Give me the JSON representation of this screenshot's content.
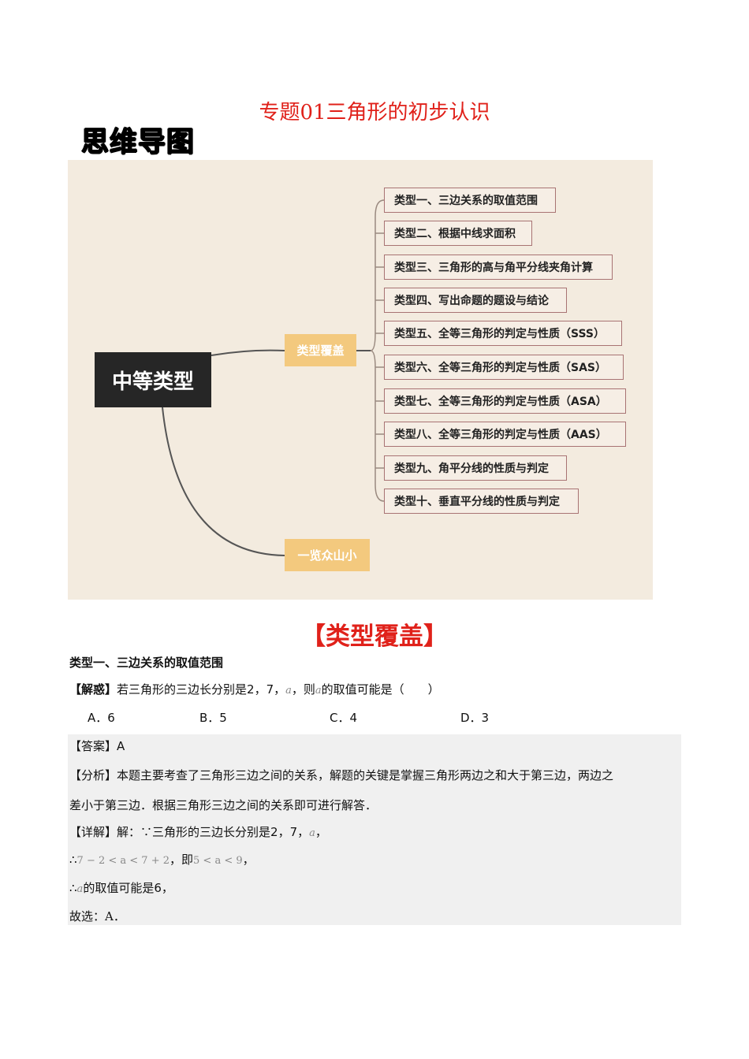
{
  "doc_title": "专题01三角形的初步认识",
  "mindmap_heading": "思维导图",
  "mindmap": {
    "root": "中等类型",
    "branch_types": "类型覆盖",
    "branch_overview": "一览众山小",
    "types": [
      "类型一、三边关系的取值范围",
      "类型二、根据中线求面积",
      "类型三、三角形的高与角平分线夹角计算",
      "类型四、写出命题的题设与结论",
      "类型五、全等三角形的判定与性质（SSS）",
      "类型六、全等三角形的判定与性质（SAS）",
      "类型七、全等三角形的判定与性质（ASA）",
      "类型八、全等三角形的判定与性质（AAS）",
      "类型九、角平分线的性质与判定",
      "类型十、垂直平分线的性质与判定"
    ]
  },
  "section_title": "【类型覆盖】",
  "type1_heading": "类型一、三边关系的取值范围",
  "question": {
    "tag": "【解惑】",
    "text_a": "若三角形的三边长分别是",
    "nums": "2，7，",
    "var": "a",
    "text_b": "，则",
    "text_c": "的取值可能是（　　）",
    "options": [
      "A．6",
      "B．5",
      "C．4",
      "D．3"
    ]
  },
  "solution": {
    "answer": "【答案】A",
    "analysis_tag": "【分析】",
    "analysis_1": "本题主要考查了三角形三边之间的关系，解题的关键是掌握三角形两边之和大于第三边，两边之",
    "analysis_2": "差小于第三边．根据三角形三边之间的关系即可进行解答．",
    "detail_tag": "【详解】",
    "detail_1": "解：∵三角形的三边长分别是",
    "detail_1_nums": "2，7，",
    "detail_1_end": "，",
    "detail_2_prefix": "∴",
    "detail_2_expr": "7 − 2 < a < 7 + 2",
    "detail_2_mid": "，即",
    "detail_2_expr2": "5 < a < 9",
    "detail_2_end": "，",
    "detail_3_prefix": "∴",
    "detail_3_text": "的取值可能是",
    "detail_3_num": "6，",
    "conclusion": "故选：A．"
  }
}
